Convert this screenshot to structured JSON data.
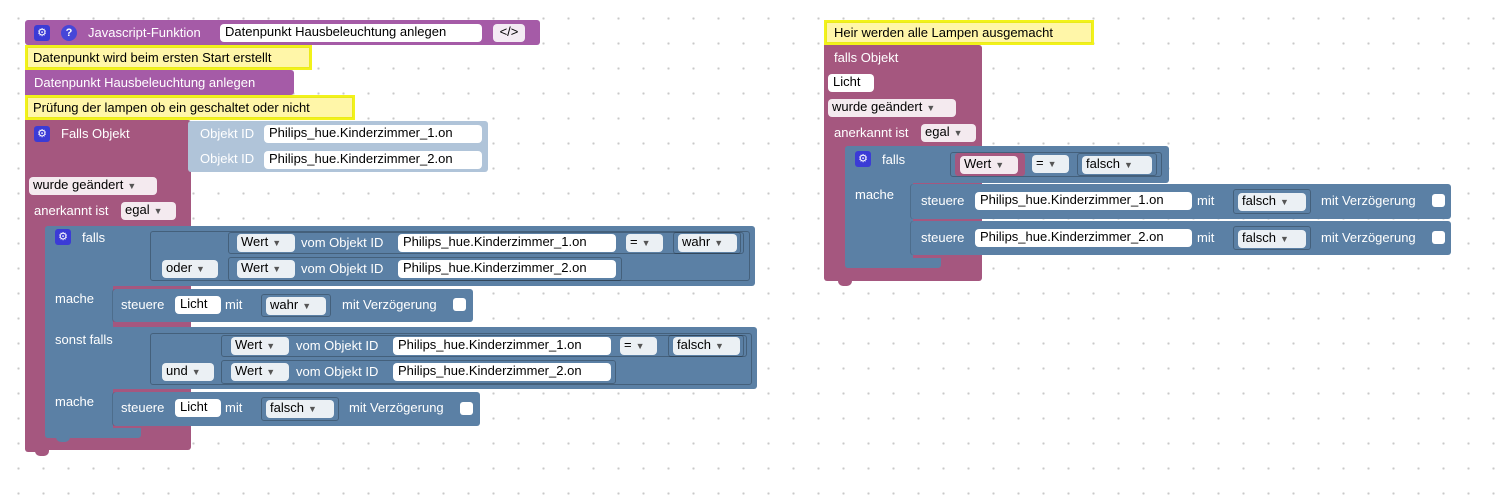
{
  "func": {
    "label": "Javascript-Funktion",
    "name": "Datenpunkt Hausbeleuchtung  anlegen",
    "code_icon": "</>",
    "icons": [
      "gear-icon",
      "help-icon"
    ]
  },
  "comment_1": "Datenpunkt wird beim ersten Start erstellt",
  "call_block": "Datenpunkt Hausbeleuchtung  anlegen",
  "comment_2": "Prüfung der lampen ob ein geschaltet oder nicht",
  "trigger_left": {
    "label": "Falls Objekt",
    "objid_label": "Objekt ID",
    "ids": [
      "Philips_hue.Kinderzimmer_1.on",
      "Philips_hue.Kinderzimmer_2.on"
    ],
    "changed": "wurde geändert",
    "ack_label": "anerkannt ist",
    "ack": "egal"
  },
  "if_block": {
    "falls": "falls",
    "mache": "mache",
    "sonst_falls": "sonst falls",
    "wert": "Wert",
    "vom": "vom Objekt ID",
    "id1": "Philips_hue.Kinderzimmer_1.on",
    "id2": "Philips_hue.Kinderzimmer_2.on",
    "op_or": "oder",
    "op_and": "und",
    "eq": "=",
    "true": "wahr",
    "false": "falsch",
    "steuere": "steuere",
    "target": "Licht",
    "mit": "mit",
    "delay": "mit Verzögerung"
  },
  "comment_3": "Heir werden alle Lampen ausgemacht",
  "trigger_right": {
    "label": "falls Objekt",
    "obj": "Licht",
    "changed": "wurde geändert",
    "ack_label": "anerkannt ist",
    "ack": "egal",
    "falls": "falls",
    "mache": "mache",
    "wert": "Wert",
    "eq": "=",
    "value": "falsch",
    "steuere": "steuere",
    "id1": "Philips_hue.Kinderzimmer_1.on",
    "id2": "Philips_hue.Kinderzimmer_2.on",
    "mit": "mit",
    "set_value": "falsch",
    "delay": "mit Verzögerung"
  },
  "colors": {
    "function": "#a55ba7",
    "trigger": "#a5577f",
    "logic": "#5b80a5",
    "comment": "#fff6a8"
  }
}
